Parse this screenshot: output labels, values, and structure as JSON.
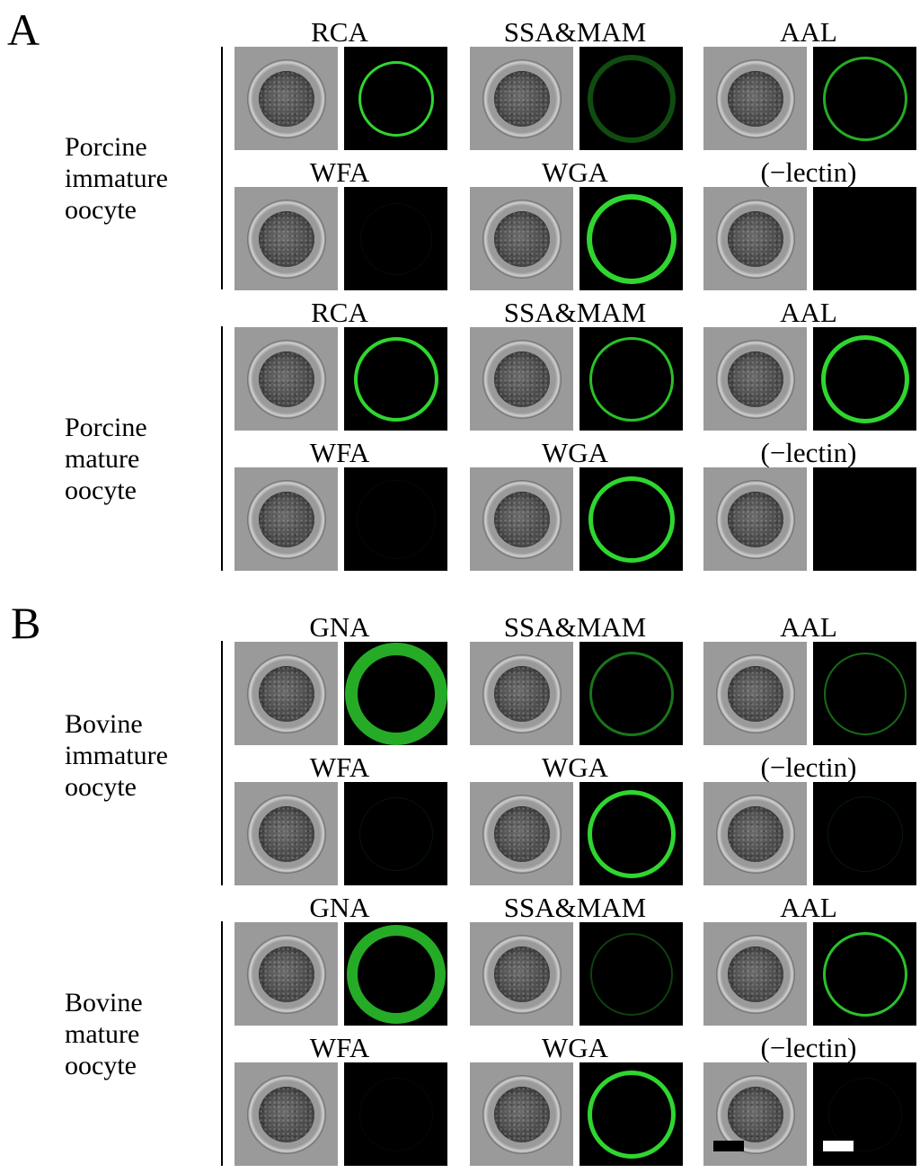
{
  "panels": [
    {
      "letter": "A",
      "groups": [
        {
          "label_lines": [
            "Porcine",
            "immature",
            "oocyte"
          ],
          "rows": [
            [
              "RCA",
              "SSA&MAM",
              "AAL"
            ],
            [
              "WFA",
              "WGA",
              "(−lectin)"
            ]
          ]
        },
        {
          "label_lines": [
            "Porcine",
            "mature",
            "oocyte"
          ],
          "rows": [
            [
              "RCA",
              "SSA&MAM",
              "AAL"
            ],
            [
              "WFA",
              "WGA",
              "(−lectin)"
            ]
          ]
        }
      ]
    },
    {
      "letter": "B",
      "groups": [
        {
          "label_lines": [
            "Bovine",
            "immature",
            "oocyte"
          ],
          "rows": [
            [
              "GNA",
              "SSA&MAM",
              "AAL"
            ],
            [
              "WFA",
              "WGA",
              "(−lectin)"
            ]
          ]
        },
        {
          "label_lines": [
            "Bovine",
            "mature",
            "oocyte"
          ],
          "rows": [
            [
              "GNA",
              "SSA&MAM",
              "AAL"
            ],
            [
              "WFA",
              "WGA",
              "(−lectin)"
            ]
          ]
        }
      ]
    }
  ],
  "colors": {
    "fluorescence": "#2fd62f",
    "background": "#ffffff",
    "brightfield": "#9a9a9a"
  }
}
